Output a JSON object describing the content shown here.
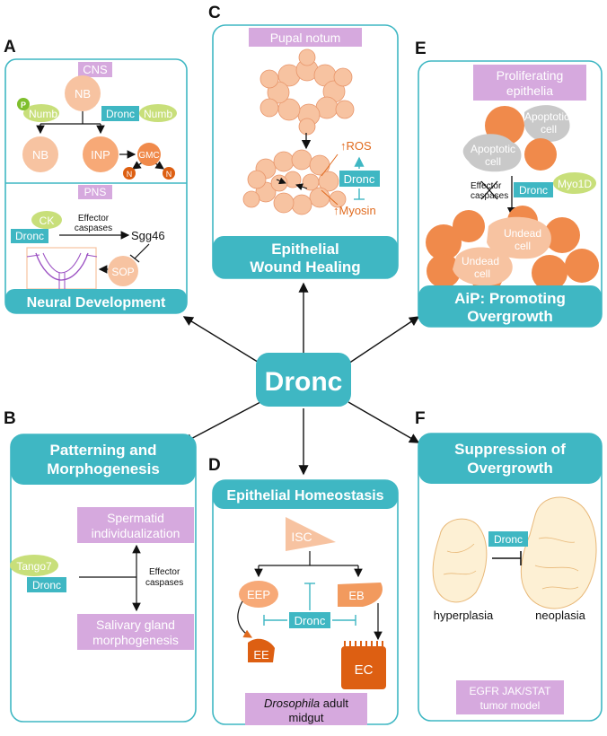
{
  "colors": {
    "teal": "#3fb7c3",
    "lilac": "#d6a9de",
    "peach": "#f7c3a1",
    "orange": "#f08a4b",
    "darkorange": "#dd5f12",
    "lime": "#c8df7a",
    "grey": "#c9c9c9"
  },
  "center": {
    "label": "Dronc"
  },
  "panelA": {
    "letter": "A",
    "cns": "CNS",
    "pns": "PNS",
    "title": "Neural Development",
    "nb_top": "NB",
    "p": "P",
    "numb_left": "Numb",
    "dronc": "Dronc",
    "numb_right": "Numb",
    "nb_bottom": "NB",
    "inp": "INP",
    "gmc": "GMC",
    "n": "N",
    "ck": "CK",
    "dronc_pns": "Dronc",
    "effector1": "Effector",
    "effector2": "caspases",
    "sgg46": "Sgg46",
    "sop": "SOP"
  },
  "panelB": {
    "letter": "B",
    "title1": "Patterning and",
    "title2": "Morphogenesis",
    "spermatid1": "Spermatid",
    "spermatid2": "individualization",
    "tango7": "Tango7",
    "dronc": "Dronc",
    "effector1": "Effector",
    "effector2": "caspases",
    "salivary1": "Salivary gland",
    "salivary2": "morphogenesis"
  },
  "panelC": {
    "letter": "C",
    "top_label": "Pupal notum",
    "ros": "↑ROS",
    "dronc": "Dronc",
    "myosin": "↑Myosin",
    "title1": "Epithelial",
    "title2": "Wound Healing"
  },
  "panelD": {
    "letter": "D",
    "title": "Epithelial Homeostasis",
    "isc": "ISC",
    "eep": "EEP",
    "eb": "EB",
    "dronc": "Dronc",
    "ee": "EE",
    "ec": "EC",
    "bottom1_italic": "Drosophila",
    "bottom1_rest": " adult",
    "bottom2": "midgut"
  },
  "panelE": {
    "letter": "E",
    "top1": "Proliferating",
    "top2": "epithelia",
    "apoptotic1": "Apoptotic",
    "cell": "cell",
    "apoptotic2": "Apoptotic",
    "effector1": "Effector",
    "effector2": "caspases",
    "dronc": "Dronc",
    "myo1d": "Myo1D",
    "undead1": "Undead",
    "undead2": "Undead",
    "title1": "AiP: Promoting",
    "title2": "Overgrowth"
  },
  "panelF": {
    "letter": "F",
    "title1": "Suppression of",
    "title2": "Overgrowth",
    "dronc": "Dronc",
    "hyperplasia": "hyperplasia",
    "neoplasia": "neoplasia",
    "bottom1": "EGFR JAK/STAT",
    "bottom2": "tumor model"
  }
}
